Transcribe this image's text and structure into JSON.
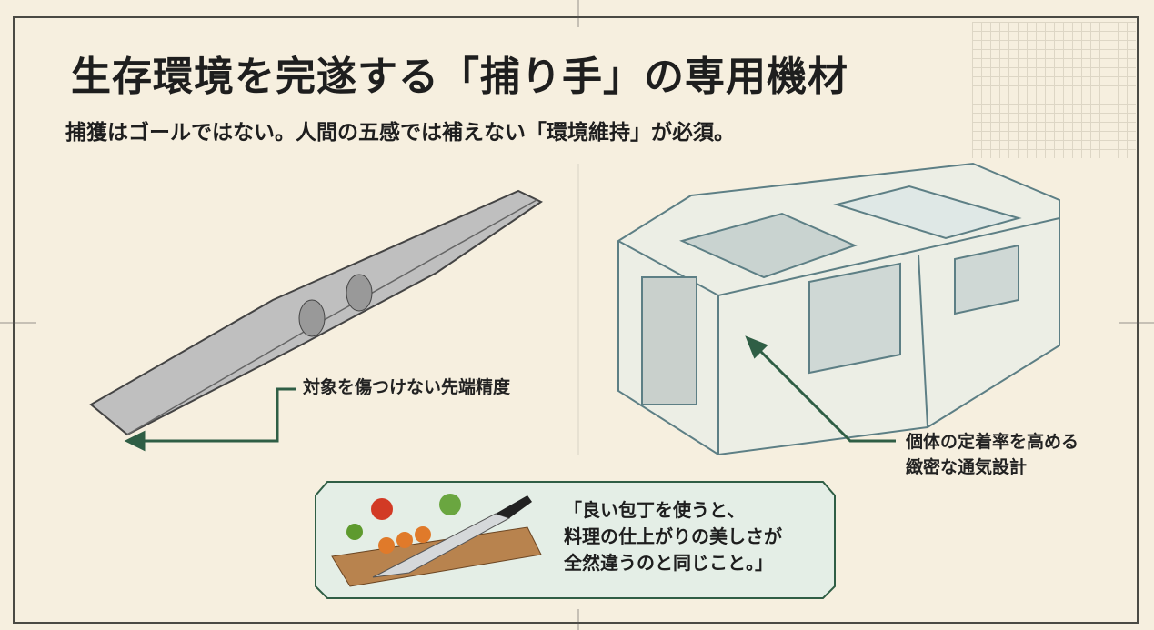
{
  "title": "生存環境を完遂する「捕り手」の専用機材",
  "subtitle": "捕獲はゴールではない。人間の五感では補えない「環境維持」が必須。",
  "tweezers_label": "対象を傷つけない先端精度",
  "cage_label": [
    "個体の定着率を高める",
    "緻密な通気設計"
  ],
  "quote": [
    "「良い包丁を使うと、",
    "料理の仕上がりの美しさが",
    "全然違うのと同じこと。」"
  ],
  "colors": {
    "accent": "#2f5e45",
    "panel": "#e4eee6"
  }
}
